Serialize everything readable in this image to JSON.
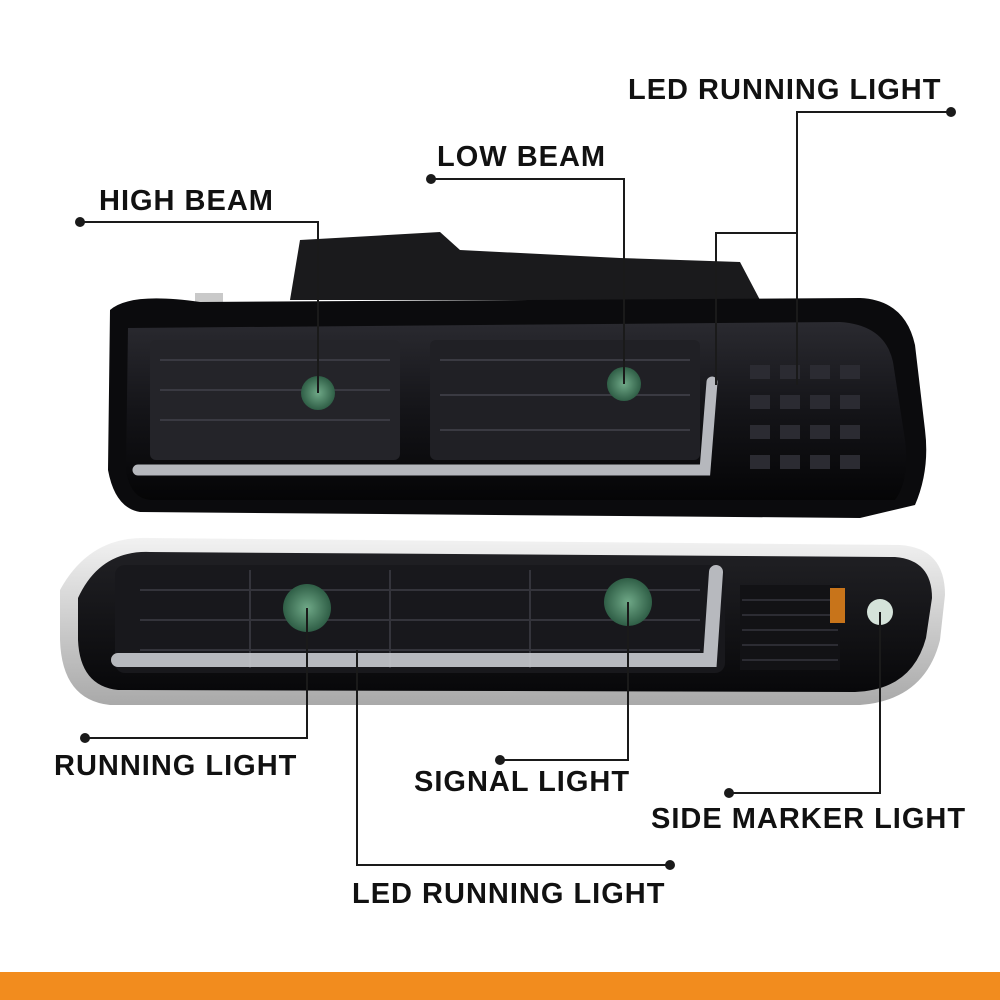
{
  "labels": {
    "led_running_light_top": "LED RUNNING LIGHT",
    "low_beam": "LOW BEAM",
    "high_beam": "HIGH BEAM",
    "running_light": "RUNNING LIGHT",
    "signal_light": "SIGNAL LIGHT",
    "side_marker_light": "SIDE MARKER LIGHT",
    "led_running_light_bottom": "LED RUNNING LIGHT"
  },
  "colors": {
    "background": "#ffffff",
    "label_text": "#111111",
    "callout_line": "#1a1a1a",
    "housing": "#0b0b0d",
    "smoked_lens": "#1c1c20",
    "chrome_trim": "#d9d9d9",
    "led_strip": "#c9cbd0",
    "bulb_green": "#4f8a6a",
    "amber": "#c8741a",
    "accent_bar": "#f28c1e"
  },
  "icons": {
    "callout_endpoint": "dot-icon",
    "product": "headlight-bumper-light-assembly"
  }
}
